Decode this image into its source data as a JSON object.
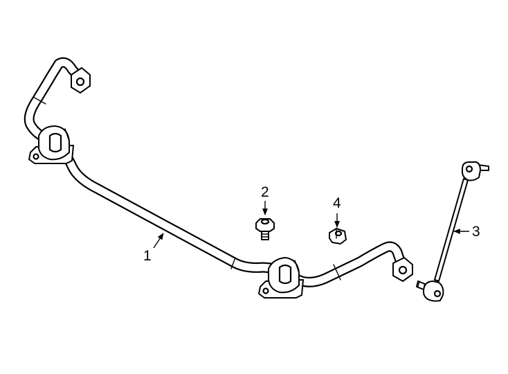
{
  "callouts": {
    "c1": "1",
    "c2": "2",
    "c3": "3",
    "c4": "4"
  },
  "parts": [
    {
      "number": "1",
      "name": "stabilizer-bar"
    },
    {
      "number": "2",
      "name": "bolt"
    },
    {
      "number": "3",
      "name": "stabilizer-link"
    },
    {
      "number": "4",
      "name": "nut"
    }
  ],
  "colors": {
    "line": "#000000",
    "background": "#ffffff"
  }
}
